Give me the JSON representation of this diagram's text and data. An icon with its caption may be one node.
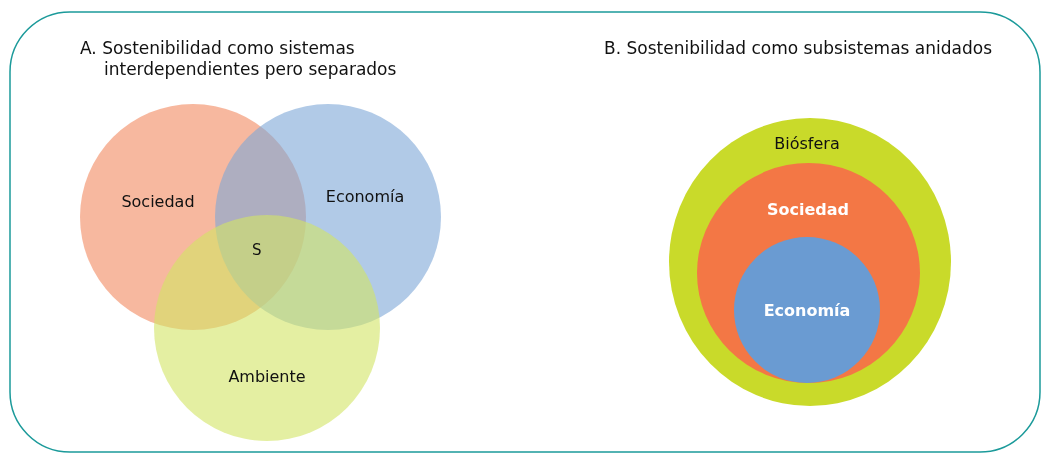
{
  "diagram": {
    "nodes": [
      {
        "text": [
          "Sociedad"
        ]
      },
      {
        "text": [
          "Economía"
        ]
      },
      {
        "text": [
          "Ambiente"
        ]
      },
      {
        "text": [
          "Biósfera"
        ]
      },
      {
        "text": [
          "Sociedad"
        ],
        "in": 3
      },
      {
        "text": [
          "Economía"
        ],
        "in": 4
      }
    ],
    "labels": [
      "A. Sostenibilidad como sistemas interdependientes pero separados",
      "B. Sostenibilidad como subsistemas anidados",
      "S"
    ]
  }
}
